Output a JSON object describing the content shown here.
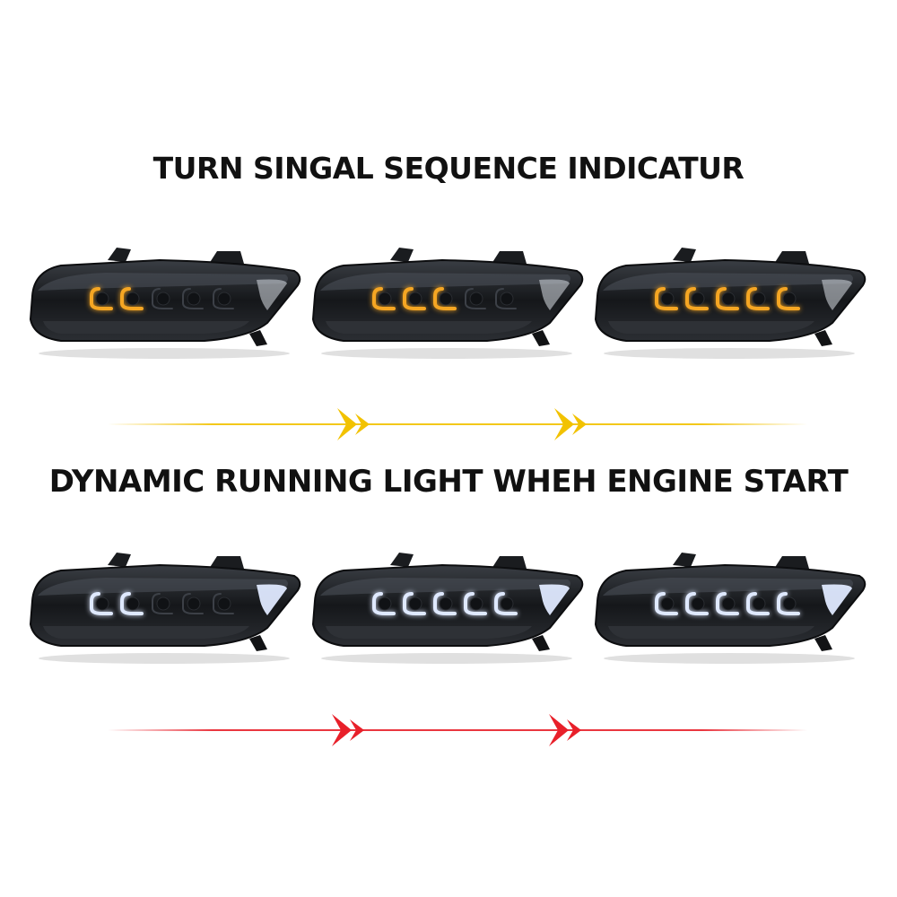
{
  "headings": {
    "turn_signal": "TURN SINGAL SEQUENCE INDICATUR",
    "running_light": "DYNAMIC RUNNING LIGHT WHEH ENGINE START"
  },
  "colors": {
    "amber": "#f5a623",
    "arrow_yellow": "#f2c200",
    "arrow_red": "#e8202a",
    "drl_white": "#dfe9ff",
    "housing": "#1f2226"
  },
  "rows": [
    {
      "name": "turn-signal-sequence",
      "frames": [
        {
          "lit_segments": 2,
          "color": "amber"
        },
        {
          "lit_segments": 3,
          "color": "amber"
        },
        {
          "lit_segments": 5,
          "color": "amber"
        }
      ]
    },
    {
      "name": "running-light-sequence",
      "frames": [
        {
          "lit_segments": 2,
          "color": "white"
        },
        {
          "lit_segments": 5,
          "color": "white"
        },
        {
          "lit_segments": 5,
          "color": "white"
        }
      ]
    }
  ]
}
